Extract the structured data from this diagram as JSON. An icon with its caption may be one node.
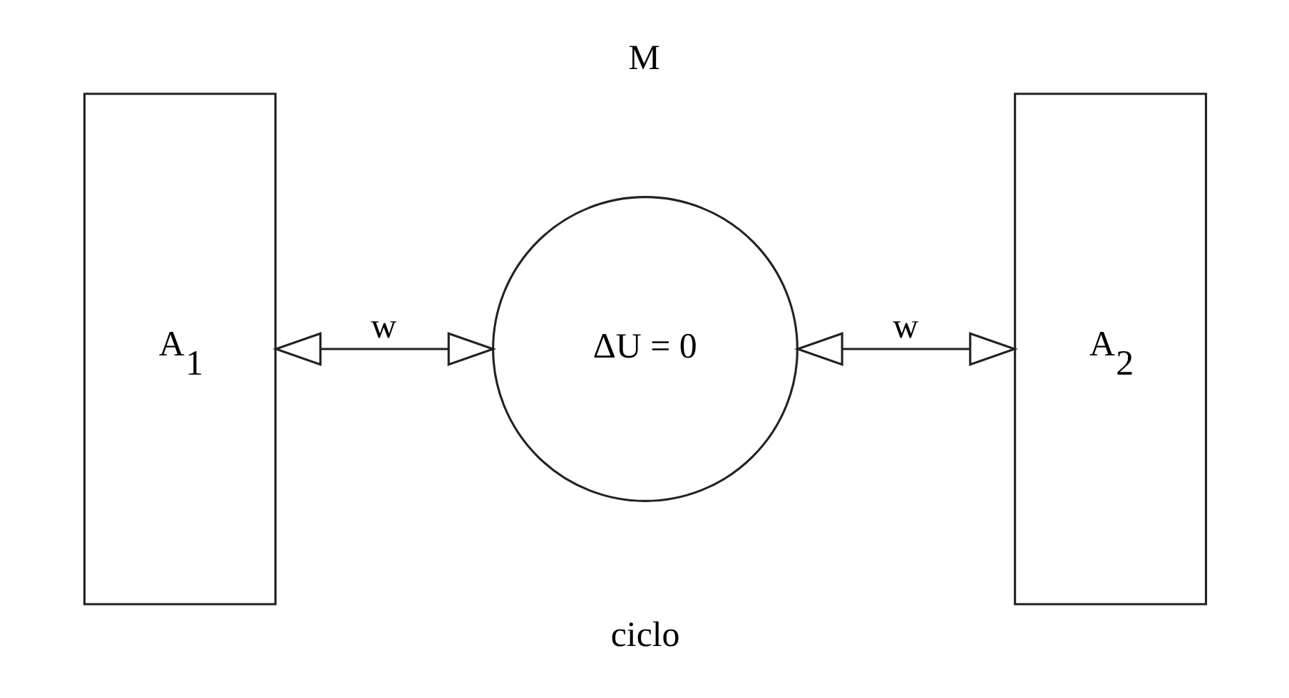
{
  "diagram": {
    "nodes": [
      {
        "text": [
          "A$_{1}$"
        ]
      },
      {
        "text": [
          "ΔU = 0"
        ],
        "beside": [
          "M",
          "ciclo"
        ]
      },
      {
        "text": [
          "A$_{2}$"
        ]
      }
    ],
    "edges": [
      {
        "from": 0,
        "to": 1,
        "arrow": "both",
        "label": "w"
      },
      {
        "from": 1,
        "to": 2,
        "arrow": "both",
        "label": "w"
      }
    ]
  }
}
